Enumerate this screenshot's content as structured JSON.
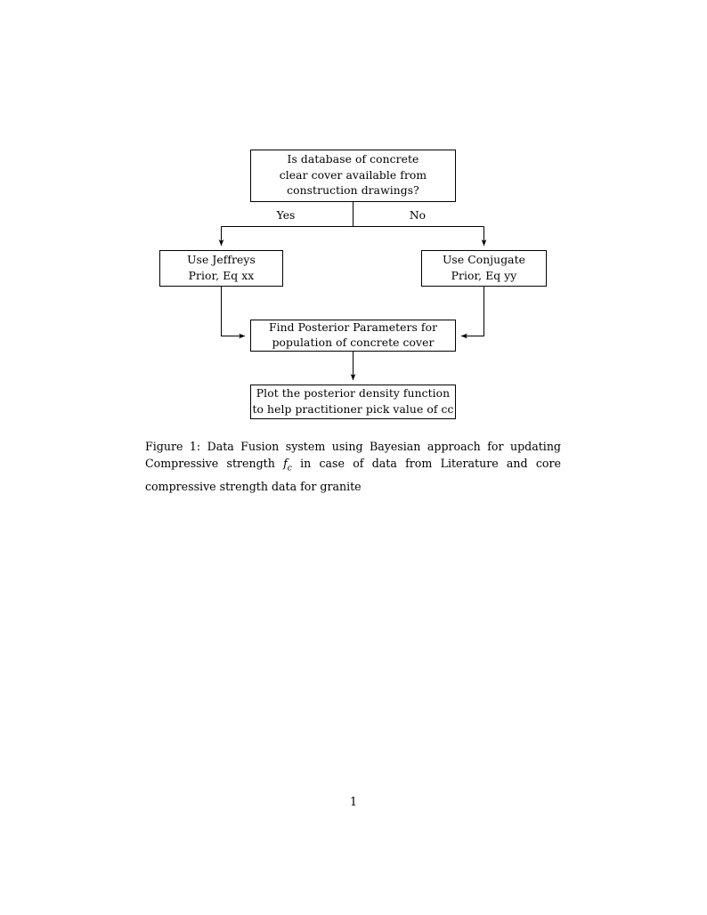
{
  "document": {
    "page_number": "1"
  },
  "figure": {
    "nodes": {
      "decision": {
        "lines": [
          "Is database of concrete",
          "clear cover available from",
          "construction drawings?"
        ]
      },
      "jeffreys": {
        "lines": [
          "Use Jeffreys",
          "Prior, Eq xx"
        ]
      },
      "conjugate": {
        "lines": [
          "Use Conjugate",
          "Prior, Eq yy"
        ]
      },
      "posterior": {
        "lines": [
          "Find Posterior Parameters for",
          "population of concrete cover"
        ]
      },
      "plot": {
        "lines": [
          "Plot the posterior density function",
          "to help practitioner pick value of cc"
        ]
      }
    },
    "branch_labels": {
      "yes": "Yes",
      "no": "No"
    }
  },
  "caption": {
    "prefix": "Figure 1:",
    "text_before_symbol": " Data Fusion system using Bayesian approach for updating Compressive strength ",
    "symbol": "f",
    "symbol_subscript": "c",
    "text_after_symbol": " in case of data from Literature and core compressive strength data for granite"
  },
  "colors": {
    "ink": "#000000",
    "paper": "#ffffff"
  }
}
